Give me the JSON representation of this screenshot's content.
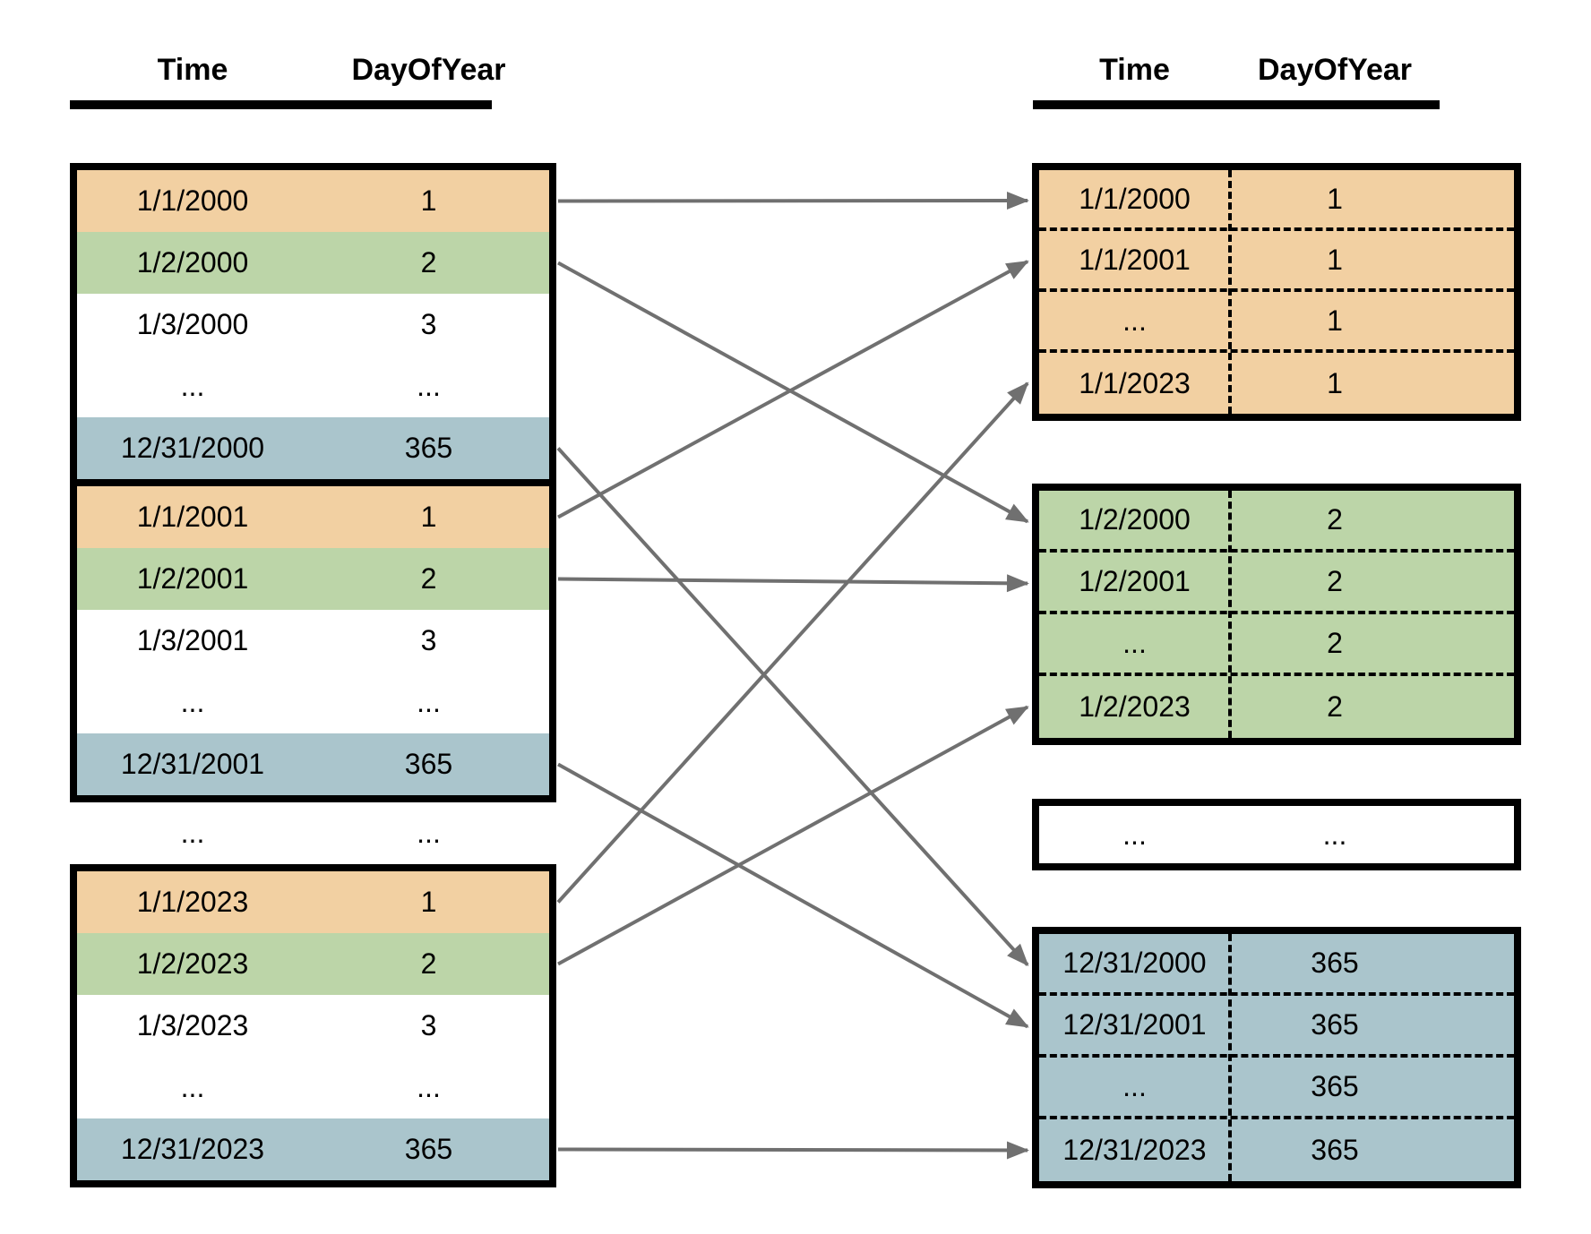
{
  "left_panel": {
    "header": {
      "time_label": "Time",
      "day_label": "DayOfYear"
    },
    "tables": [
      {
        "id": "year-2000",
        "rows": [
          {
            "time": "1/1/2000",
            "day": "1",
            "band": "orange"
          },
          {
            "time": "1/2/2000",
            "day": "2",
            "band": "green"
          },
          {
            "time": "1/3/2000",
            "day": "3",
            "band": "white"
          },
          {
            "time": "...",
            "day": "...",
            "band": "white"
          },
          {
            "time": "12/31/2000",
            "day": "365",
            "band": "blue"
          }
        ]
      },
      {
        "id": "year-2001",
        "rows": [
          {
            "time": "1/1/2001",
            "day": "1",
            "band": "orange"
          },
          {
            "time": "1/2/2001",
            "day": "2",
            "band": "green"
          },
          {
            "time": "1/3/2001",
            "day": "3",
            "band": "white"
          },
          {
            "time": "...",
            "day": "...",
            "band": "white"
          },
          {
            "time": "12/31/2001",
            "day": "365",
            "band": "blue"
          }
        ]
      },
      {
        "id": "year-2023",
        "rows": [
          {
            "time": "1/1/2023",
            "day": "1",
            "band": "orange"
          },
          {
            "time": "1/2/2023",
            "day": "2",
            "band": "green"
          },
          {
            "time": "1/3/2023",
            "day": "3",
            "band": "white"
          },
          {
            "time": "...",
            "day": "...",
            "band": "white"
          },
          {
            "time": "12/31/2023",
            "day": "365",
            "band": "blue"
          }
        ]
      }
    ],
    "gap_row": {
      "time": "...",
      "day": "..."
    }
  },
  "right_panel": {
    "header": {
      "time_label": "Time",
      "day_label": "DayOfYear"
    },
    "groups": [
      {
        "id": "day-1",
        "band": "orange",
        "rows": [
          {
            "time": "1/1/2000",
            "day": "1"
          },
          {
            "time": "1/1/2001",
            "day": "1"
          },
          {
            "time": "...",
            "day": "1"
          },
          {
            "time": "1/1/2023",
            "day": "1"
          }
        ]
      },
      {
        "id": "day-2",
        "band": "green",
        "rows": [
          {
            "time": "1/2/2000",
            "day": "2"
          },
          {
            "time": "1/2/2001",
            "day": "2"
          },
          {
            "time": "...",
            "day": "2"
          },
          {
            "time": "1/2/2023",
            "day": "2"
          }
        ]
      },
      {
        "id": "gap",
        "band": "white",
        "rows": [
          {
            "time": "...",
            "day": "..."
          }
        ]
      },
      {
        "id": "day-365",
        "band": "blue",
        "rows": [
          {
            "time": "12/31/2000",
            "day": "365"
          },
          {
            "time": "12/31/2001",
            "day": "365"
          },
          {
            "time": "...",
            "day": "365"
          },
          {
            "time": "12/31/2023",
            "day": "365"
          }
        ]
      }
    ]
  },
  "connections": [
    {
      "from": "t2000-r1",
      "to": "g-day1-r1"
    },
    {
      "from": "t2000-r2",
      "to": "g-day2-r1"
    },
    {
      "from": "t2000-r5",
      "to": "g-day365-r1"
    },
    {
      "from": "t2001-r1",
      "to": "g-day1-r2"
    },
    {
      "from": "t2001-r2",
      "to": "g-day2-r2"
    },
    {
      "from": "t2001-r5",
      "to": "g-day365-r2"
    },
    {
      "from": "t2023-r1",
      "to": "g-day1-r4"
    },
    {
      "from": "t2023-r2",
      "to": "g-day2-r4"
    },
    {
      "from": "t2023-r5",
      "to": "g-day365-r4"
    }
  ],
  "colors": {
    "orange": "#F2D0A2",
    "green": "#BCD5A8",
    "blue": "#AAC5CC",
    "white": "#FFFFFF",
    "arrow": "#707070",
    "border": "#000000",
    "background": "#FFFFFF",
    "text": "#000000"
  }
}
